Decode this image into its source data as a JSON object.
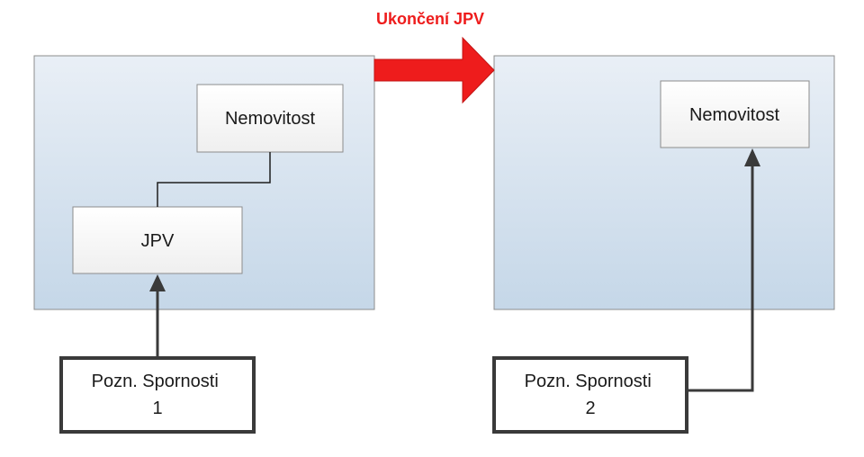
{
  "title": "Ukončení JPV",
  "left": {
    "nemovitost": "Nemovitost",
    "jpv": "JPV",
    "pozn": [
      "Pozn. Spornosti",
      "1"
    ]
  },
  "right": {
    "nemovitost": "Nemovitost",
    "pozn": [
      "Pozn. Spornosti",
      "2"
    ]
  },
  "colors": {
    "transition_arrow": "#ee1c1c",
    "title": "#ee1c1c",
    "container_top": "#e8eef5",
    "container_bottom": "#c6d8e8",
    "border": "#8c8c8c",
    "bold_border": "#3a3a3a"
  }
}
